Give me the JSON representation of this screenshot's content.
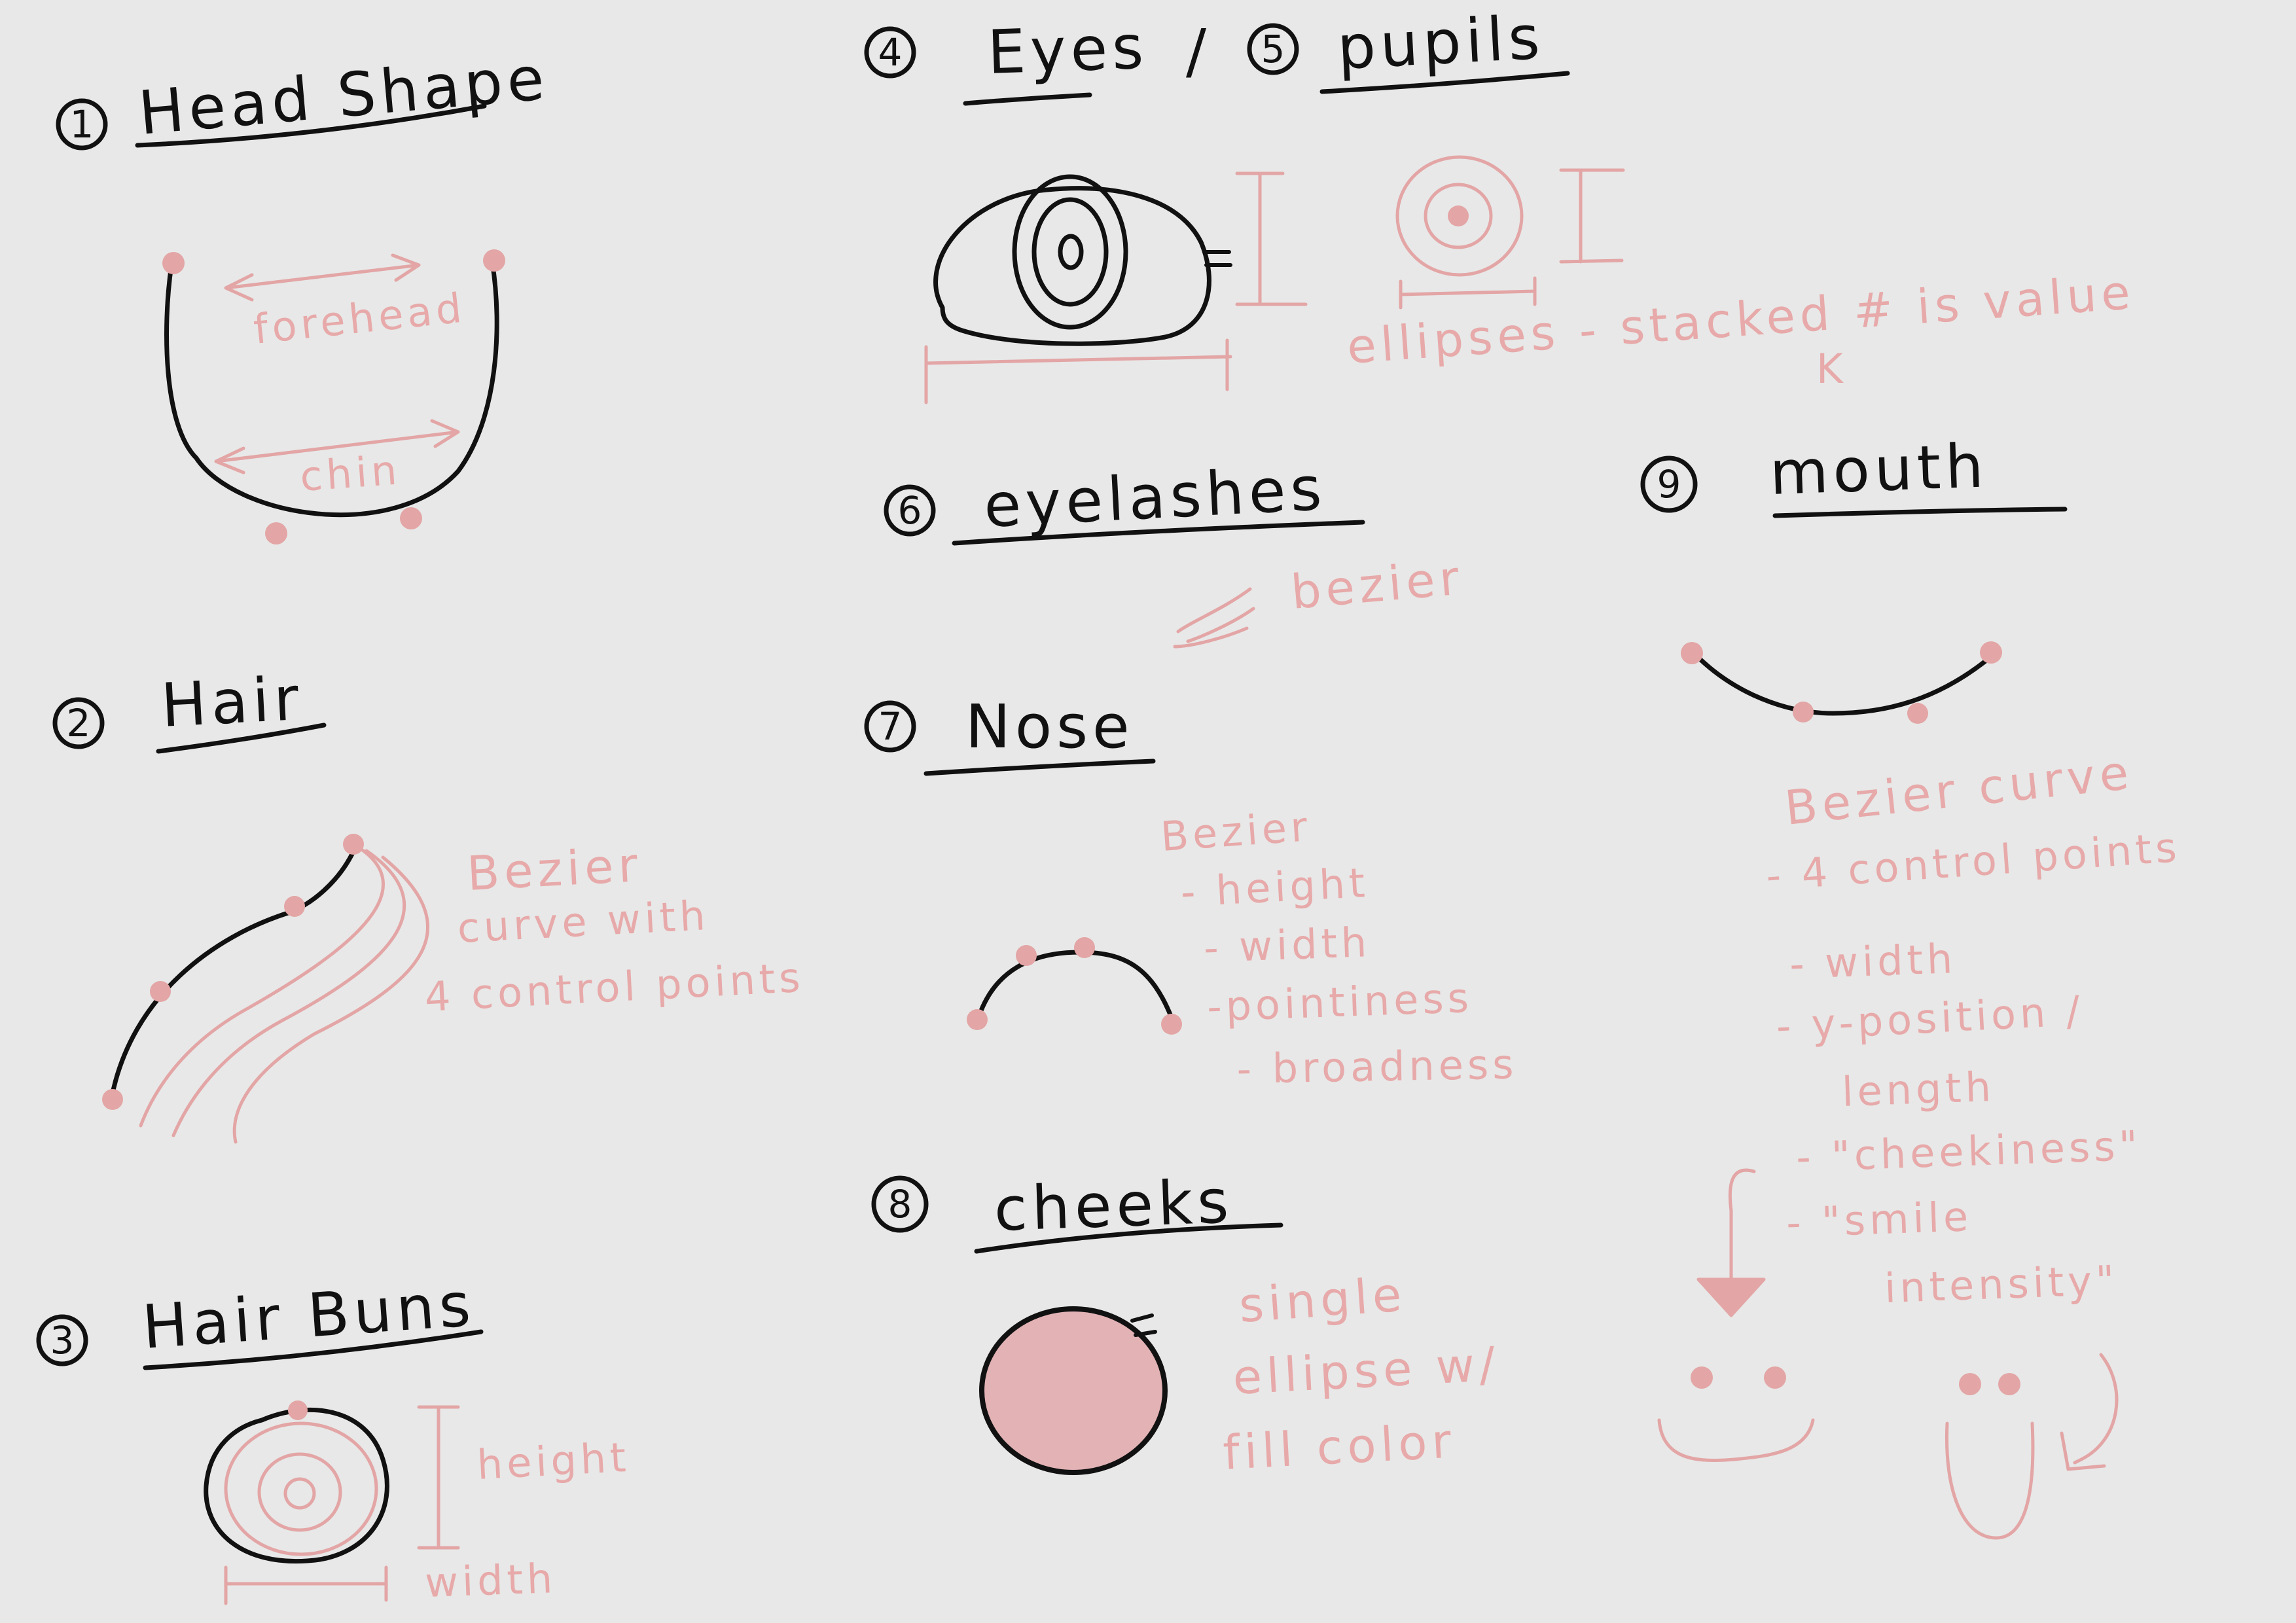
{
  "sections": {
    "head_shape": {
      "number": "1",
      "title": "Head Shape",
      "labels": {
        "forehead": "forehead",
        "chin": "chin"
      }
    },
    "hair": {
      "number": "2",
      "title": "Hair",
      "notes": [
        "Bezier",
        "curve with",
        "4 control points"
      ]
    },
    "hair_buns": {
      "number": "3",
      "title": "Hair Buns",
      "labels": {
        "height": "height",
        "width": "width"
      }
    },
    "eyes": {
      "number": "4",
      "title": "Eyes"
    },
    "pupils": {
      "number": "5",
      "title": "pupils",
      "separator": "/",
      "note": "ellipses - stacked # is value",
      "note_mark": "K"
    },
    "eyelashes": {
      "number": "6",
      "title": "eyelashes",
      "note": "bezier"
    },
    "nose": {
      "number": "7",
      "title": "Nose",
      "notes": [
        "Bezier",
        "- height",
        "- width",
        "-pointiness",
        "- broadness"
      ]
    },
    "cheeks": {
      "number": "8",
      "title": "cheeks",
      "notes": [
        "single",
        "ellipse w/",
        "fill color"
      ]
    },
    "mouth": {
      "number": "9",
      "title": "mouth",
      "notes": [
        "Bezier curve",
        "- 4 control points",
        "- width",
        "- y-position /",
        "length",
        "- \"cheekiness\"",
        "- \"smile",
        "intensity\""
      ]
    }
  },
  "colors": {
    "ink": "#111111",
    "annotation": "#e3a5a5",
    "cheek_fill": "#e2b2b5",
    "paper": "#e8e8e8"
  }
}
